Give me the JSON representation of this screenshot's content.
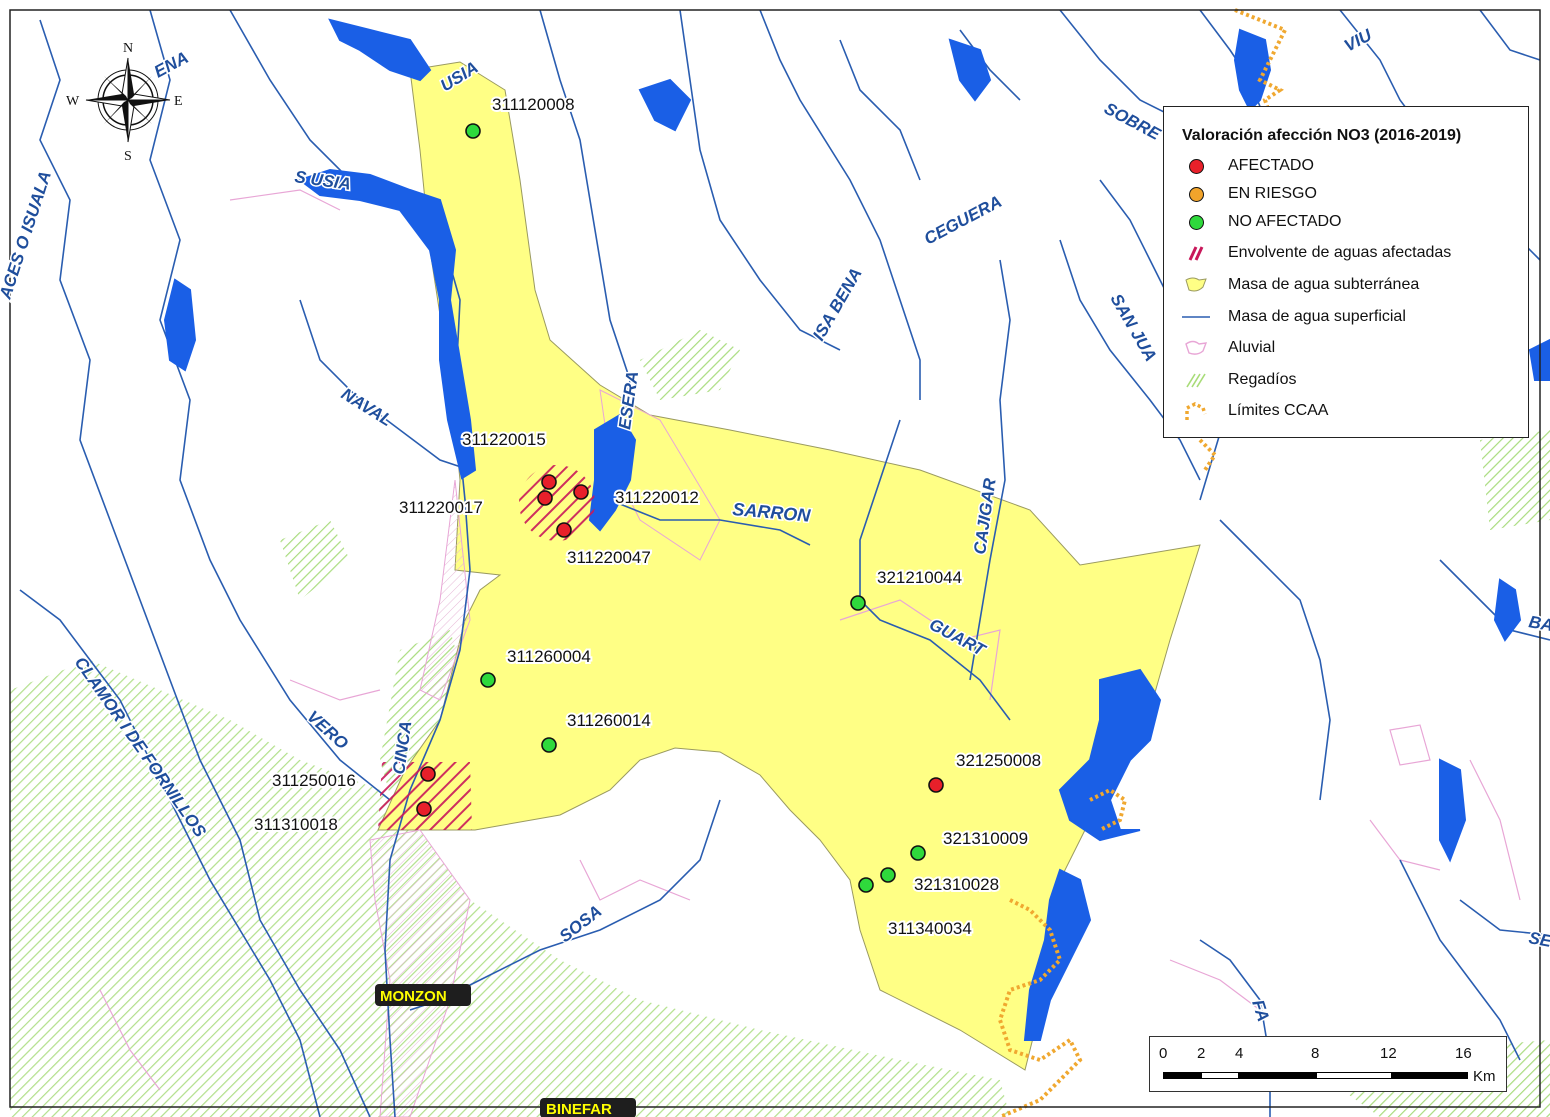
{
  "map": {
    "legend": {
      "title": "Valoración afección NO3 (2016-2019)",
      "items": [
        {
          "label": "AFECTADO",
          "symbol": "point",
          "color": "#e8202a"
        },
        {
          "label": "EN RIESGO",
          "symbol": "point",
          "color": "#f2a42b"
        },
        {
          "label": "NO AFECTADO",
          "symbol": "point",
          "color": "#2fd93c"
        },
        {
          "label": "Envolvente de aguas afectadas",
          "symbol": "hatch",
          "color": "#c8185a"
        },
        {
          "label": "Masa de agua subterránea",
          "symbol": "polygon",
          "color": "#ffff85"
        },
        {
          "label": "Masa de agua superficial",
          "symbol": "line",
          "color": "#2a5db0"
        },
        {
          "label": "Aluvial",
          "symbol": "outline",
          "color": "#e8a6d6"
        },
        {
          "label": "Regadíos",
          "symbol": "stripes",
          "color": "#a8dc78"
        },
        {
          "label": "Límites CCAA",
          "symbol": "dotted",
          "color": "#f0a830"
        }
      ]
    },
    "stations": [
      {
        "id": "311120008",
        "status": "NO AFECTADO"
      },
      {
        "id": "311220015",
        "status": "AFECTADO"
      },
      {
        "id": "311220017",
        "status": "AFECTADO"
      },
      {
        "id": "311220012",
        "status": "AFECTADO"
      },
      {
        "id": "311220047",
        "status": "AFECTADO"
      },
      {
        "id": "321210044",
        "status": "NO AFECTADO"
      },
      {
        "id": "311260004",
        "status": "NO AFECTADO"
      },
      {
        "id": "311260014",
        "status": "NO AFECTADO"
      },
      {
        "id": "311250016",
        "status": "AFECTADO"
      },
      {
        "id": "311310018",
        "status": "AFECTADO"
      },
      {
        "id": "321250008",
        "status": "AFECTADO"
      },
      {
        "id": "321310009",
        "status": "NO AFECTADO"
      },
      {
        "id": "321310028",
        "status": "NO AFECTADO"
      },
      {
        "id": "311340034",
        "status": "NO AFECTADO"
      }
    ],
    "rivers": [
      "USIA",
      "S USIA",
      "NAVAL",
      "ESERA",
      "SARRON",
      "ISA BENA",
      "CEGUERA",
      "SOBRE",
      "SAN JUA",
      "CAJIGAR",
      "GUART",
      "VERO",
      "CINCA",
      "CLAMOR I DE FORNILLOS",
      "SOSA",
      "VIU",
      "ENA",
      "ACES O ISUALA",
      "FA",
      "BA",
      "SE"
    ],
    "towns": [
      "MONZON",
      "BINEFAR"
    ],
    "compass": {
      "n": "N",
      "s": "S",
      "e": "E",
      "w": "W"
    },
    "scale": {
      "ticks": [
        "0",
        "2",
        "4",
        "8",
        "12",
        "16"
      ],
      "unit": "Km"
    }
  }
}
